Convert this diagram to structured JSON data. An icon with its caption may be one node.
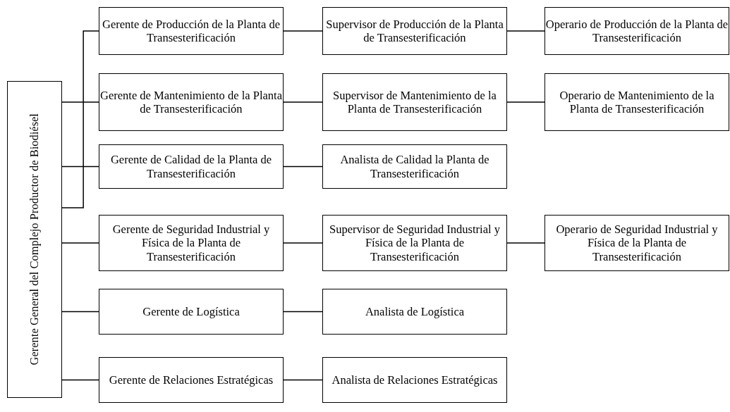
{
  "diagram": {
    "nodes": [
      {
        "text": [
          "Gerente General del Complejo Productor de Biodiésel"
        ]
      },
      {
        "text": [
          "Gerente de Producción de la Planta de Transesterificación"
        ]
      },
      {
        "text": [
          "Supervisor de Producción de la Planta de Transesterificación"
        ]
      },
      {
        "text": [
          "Operario de Producción de la Planta de Transesterificación"
        ]
      },
      {
        "text": [
          "Gerente de Mantenimiento de la Planta de Transesterificación"
        ]
      },
      {
        "text": [
          "Supervisor de Mantenimiento de la Planta de Transesterificación"
        ]
      },
      {
        "text": [
          "Operario de Mantenimiento de la Planta de Transesterificación"
        ]
      },
      {
        "text": [
          "Gerente de Calidad de la Planta de Transesterificación"
        ]
      },
      {
        "text": [
          "Analista de Calidad la Planta de Transesterificación"
        ]
      },
      {
        "text": [
          "Gerente de Seguridad Industrial y Física de la Planta de Transesterificación"
        ]
      },
      {
        "text": [
          "Supervisor de Seguridad Industrial y Física de la Planta de Transesterificación"
        ]
      },
      {
        "text": [
          "Operario de Seguridad Industrial y Física de la Planta de Transesterificación"
        ]
      },
      {
        "text": [
          "Gerente de Logística"
        ]
      },
      {
        "text": [
          "Analista de Logística"
        ]
      },
      {
        "text": [
          "Gerente de Relaciones Estratégicas"
        ]
      },
      {
        "text": [
          "Analista de Relaciones Estratégicas"
        ]
      }
    ],
    "edges": [
      {
        "from": 0,
        "to": 1,
        "arrow": "none"
      },
      {
        "from": 0,
        "to": 4,
        "arrow": "none"
      },
      {
        "from": 0,
        "to": 7,
        "arrow": "none"
      },
      {
        "from": 0,
        "to": 9,
        "arrow": "none"
      },
      {
        "from": 0,
        "to": 12,
        "arrow": "none"
      },
      {
        "from": 0,
        "to": 14,
        "arrow": "none"
      },
      {
        "from": 1,
        "to": 2,
        "arrow": "none"
      },
      {
        "from": 2,
        "to": 3,
        "arrow": "none"
      },
      {
        "from": 4,
        "to": 5,
        "arrow": "none"
      },
      {
        "from": 5,
        "to": 6,
        "arrow": "none"
      },
      {
        "from": 7,
        "to": 8,
        "arrow": "none"
      },
      {
        "from": 9,
        "to": 10,
        "arrow": "none"
      },
      {
        "from": 10,
        "to": 11,
        "arrow": "none"
      },
      {
        "from": 12,
        "to": 13,
        "arrow": "none"
      },
      {
        "from": 14,
        "to": 15,
        "arrow": "none"
      }
    ]
  }
}
